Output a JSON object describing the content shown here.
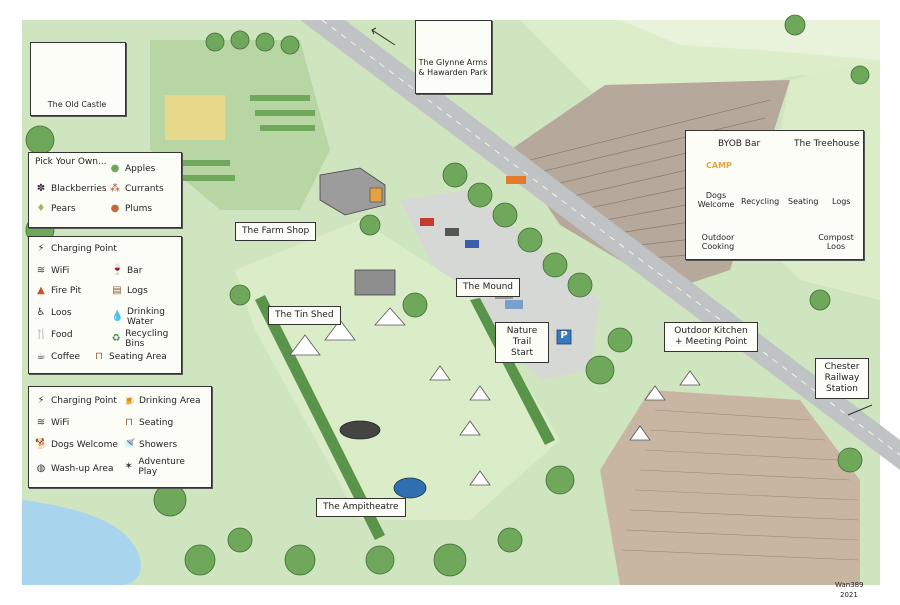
{
  "places": {
    "old_castle": "The Old Castle",
    "glynne_arms": "The Glynne Arms & Hawarden Park",
    "farm_shop": "The Farm Shop",
    "tin_shed": "The Tin Shed",
    "mound": "The Mound",
    "nature_trail": "Nature Trail Start",
    "outdoor_kitchen": "Outdoor Kitchen + Meeting Point",
    "chester_station": "Chester Railway Station",
    "ampitheatre": "The Ampitheatre",
    "parking_sign": "P"
  },
  "pick_your_own": {
    "title": "Pick Your Own...",
    "items": [
      "Apples",
      "Blackberries",
      "Currants",
      "Pears",
      "Plums"
    ]
  },
  "legend_top": {
    "items": [
      "Charging Point",
      "WiFi",
      "Bar",
      "Fire Pit",
      "Logs",
      "Loos",
      "Drinking Water",
      "Food",
      "Recycling Bins",
      "Coffee",
      "Seating Area"
    ]
  },
  "legend_bottom": {
    "items": [
      "Charging Point",
      "Drinking Area",
      "WiFi",
      "Seating",
      "Dogs Welcome",
      "Showers",
      "Wash-up Area",
      "Adventure Play"
    ]
  },
  "byob": {
    "bar_title": "BYOB Bar",
    "treehouse_title": "The Treehouse",
    "camp_sign": "CAMP",
    "items": [
      "Dogs Welcome",
      "Recycling",
      "Seating",
      "Logs",
      "Outdoor Cooking",
      "Compost Loos"
    ]
  },
  "signature": {
    "name": "Wan389",
    "year": "2021"
  },
  "colors": {
    "grass": "#cfe5c0",
    "field_light": "#e4f0d6",
    "tree": "#6fa85a",
    "road": "#bfc3c3",
    "water": "#a9d4ee",
    "ploughed": "#b6a99c"
  }
}
